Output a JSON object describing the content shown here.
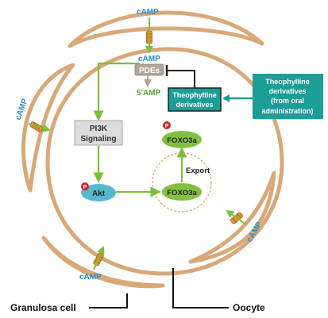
{
  "labels": {
    "camp_top": "cAMP",
    "camp_inner": "cAMP",
    "camp_left": "cAMP",
    "camp_bottom": "cAMP",
    "camp_right": "cAMP",
    "pdes": "PDEs",
    "five_amp": "5'AMP",
    "theo_inner_line1": "Theophylline",
    "theo_inner_line2": "derivatives",
    "theo_outer_line1": "Theophylline",
    "theo_outer_line2": "derivatives",
    "theo_outer_line3": "(from oral",
    "theo_outer_line4": "administration)",
    "pi3k_line1": "PI3K",
    "pi3k_line2": "Signaling",
    "akt": "Akt",
    "foxo3a_nucleus": "FOXO3a",
    "foxo3a_cyto": "FOXO3a",
    "export": "Export",
    "p_akt": "P",
    "p_foxo": "P",
    "granulosa_cell": "Granulosa cell",
    "oocyte": "Oocyte"
  },
  "colors": {
    "membrane": "#d9a878",
    "membrane_edge": "#b07a46",
    "camp_text": "#2a8fc4",
    "arrow_green": "#7cbf3a",
    "five_amp_text": "#5aa22a",
    "teal_box": "#1a9e96",
    "pdes_box": "#b1a59a",
    "pi3k_box": "#dcdcdc",
    "akt_fill": "#57b9cf",
    "foxo_fill": "#84c040",
    "phospho": "#d2232a",
    "channel": "#e8922e",
    "nucleus_border": "#e8a24a"
  }
}
